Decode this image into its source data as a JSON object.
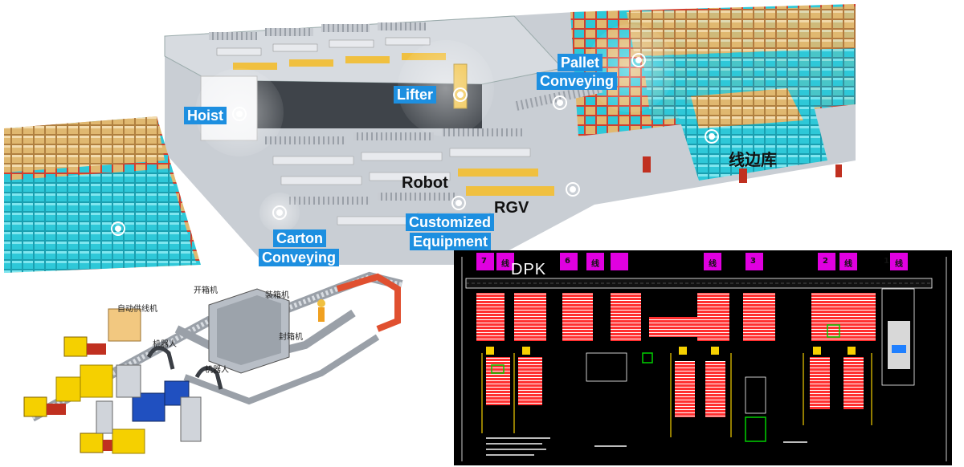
{
  "warehouse": {
    "callouts": {
      "hoist": "Hoist",
      "lifter": "Lifter",
      "pallet_line1": "Pallet",
      "pallet_line2": "Conveying",
      "robot": "Robot",
      "rgv": "RGV",
      "customized_line1": "Customized",
      "customized_line2": "Equipment",
      "carton_line1": "Carton",
      "carton_line2": "Conveying",
      "lineside": "线边库"
    }
  },
  "packing_line": {
    "labels": {
      "unpacker": "开箱机",
      "packer": "装箱机",
      "auto_depalletizer": "自动供线机",
      "robot_a": "机器人",
      "sealer": "封箱机",
      "robot_b": "机器人"
    }
  },
  "cad_layout": {
    "title": "DPK",
    "lane_labels": [
      "7",
      "线",
      "6",
      "线",
      "线",
      "3",
      "2",
      "线",
      "1",
      "线"
    ]
  },
  "colors": {
    "accent_blue": "#1d8fe0",
    "cad_background": "#000000",
    "cad_magenta": "#e000e0",
    "cad_red": "#ff3030",
    "cad_yellow": "#f5d000",
    "cad_green": "#00d000",
    "box_teal": "#2ec8d8",
    "box_tan": "#e0b870"
  }
}
